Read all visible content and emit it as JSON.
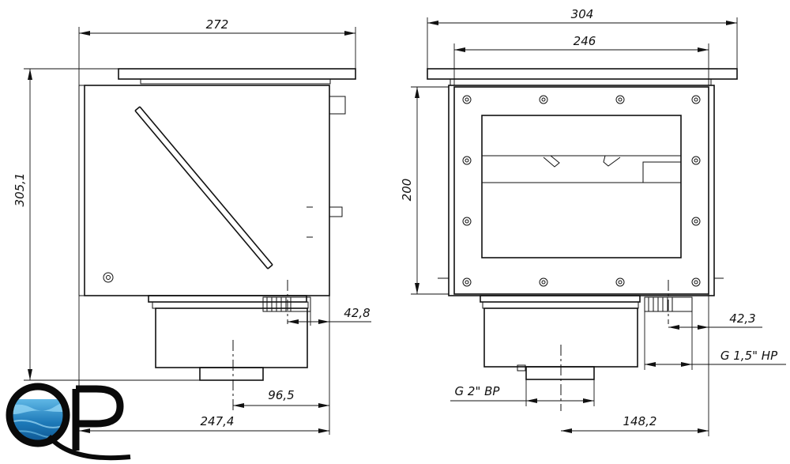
{
  "dimensions": {
    "left_width": "272",
    "left_height": "305,1",
    "left_nozzle_offset": "42,8",
    "left_outlet_offset": "96,5",
    "left_base": "247,4",
    "right_width_outer": "304",
    "right_width_inner": "246",
    "right_height": "200",
    "right_nozzle_offset": "42,3",
    "right_thread_1": "G 1,5\" HP",
    "right_thread_2": "G 2\" BP",
    "right_base": "148,2"
  },
  "logo": {
    "letters": "QP",
    "colors": {
      "water_dark": "#0b4f8a",
      "water_light": "#5fb7e6",
      "ink": "#0a0a0a"
    }
  }
}
